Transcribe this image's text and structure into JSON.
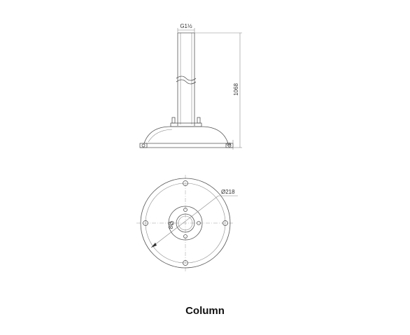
{
  "diagram": {
    "labels": {
      "thread": "G1½",
      "height": "1068",
      "base_height": "8",
      "diameter": "Ø218",
      "hole": "8O"
    },
    "caption": "Column"
  }
}
